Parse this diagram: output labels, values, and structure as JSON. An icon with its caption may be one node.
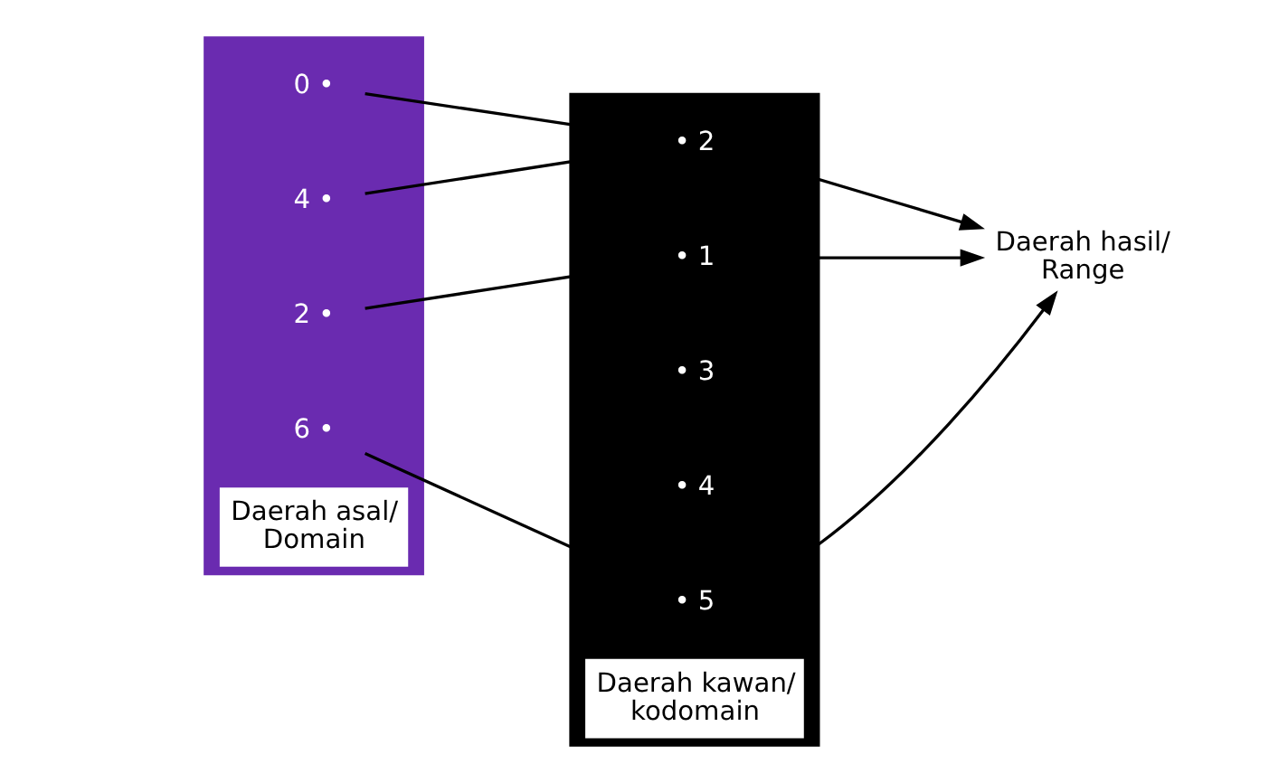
{
  "diagram": {
    "nodes": [
      {
        "text": [
          "Daerah asal/ Domain"
        ]
      },
      {
        "text": [
          "0 •"
        ],
        "in": 0
      },
      {
        "text": [
          "2 •"
        ],
        "in": 0
      },
      {
        "text": [
          "4 •"
        ],
        "in": 0
      },
      {
        "text": [
          "6 •"
        ],
        "in": 0
      },
      {
        "text": [
          "Daerah kawan/ kodomain"
        ]
      },
      {
        "text": [
          "• 1"
        ],
        "in": 5
      },
      {
        "text": [
          "• 2"
        ],
        "in": 5
      },
      {
        "text": [
          "• 3"
        ],
        "in": 5
      },
      {
        "text": [
          "• 4"
        ],
        "in": 5
      },
      {
        "text": [
          "• 5"
        ],
        "in": 5
      },
      {
        "text": [
          "Daerah hasil/ Range"
        ]
      }
    ],
    "edges": [
      {
        "from": 1,
        "to": 7,
        "arrow": "none"
      },
      {
        "from": 2,
        "to": 6,
        "arrow": "none"
      },
      {
        "from": 3,
        "to": 7,
        "arrow": "none"
      },
      {
        "from": 4,
        "to": 10,
        "arrow": "none"
      },
      {
        "from": 6,
        "to": 11,
        "arrow": "to"
      },
      {
        "from": 7,
        "to": 11,
        "arrow": "to"
      },
      {
        "from": 10,
        "to": 11,
        "arrow": "to"
      }
    ]
  }
}
